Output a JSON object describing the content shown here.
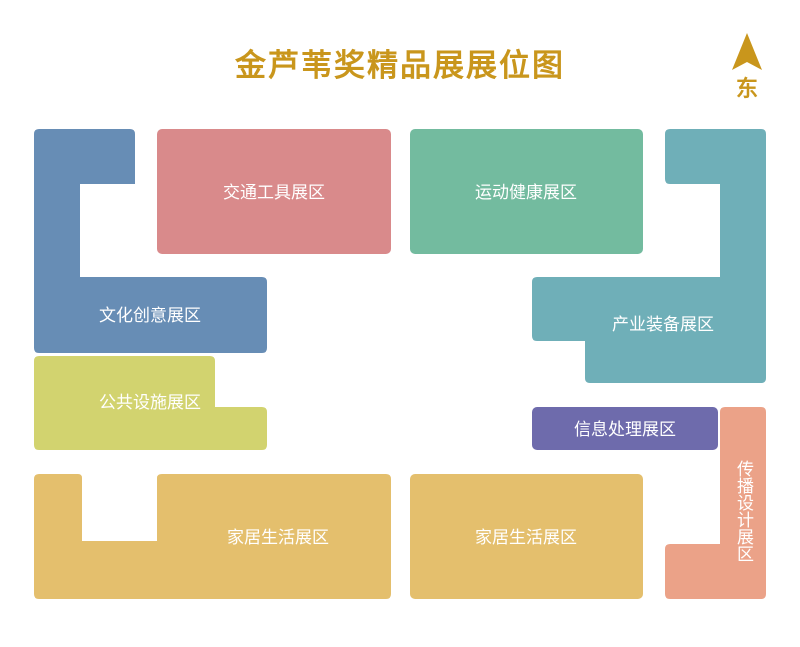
{
  "title": "金芦苇奖精品展展位图",
  "compass": {
    "direction_label": "东",
    "color": "#C9961C"
  },
  "zones": [
    {
      "key": "jiaotong",
      "label": "交通工具展区",
      "color": "#D98A8B"
    },
    {
      "key": "yundong",
      "label": "运动健康展区",
      "color": "#73BB9F"
    },
    {
      "key": "wenhua",
      "label": "文化创意展区",
      "color": "#678DB5"
    },
    {
      "key": "chanye",
      "label": "产业装备展区",
      "color": "#6FAFB8"
    },
    {
      "key": "gonggong",
      "label": "公共设施展区",
      "color": "#D2D36F"
    },
    {
      "key": "xinxi",
      "label": "信息处理展区",
      "color": "#6E6BAC"
    },
    {
      "key": "jiaju_left",
      "label": "家居生活展区",
      "color": "#E4BF6D"
    },
    {
      "key": "jiaju_right",
      "label": "家居生活展区",
      "color": "#E4BF6D"
    },
    {
      "key": "chuanbo",
      "label": "传播设计展区",
      "color": "#EBA288"
    }
  ]
}
